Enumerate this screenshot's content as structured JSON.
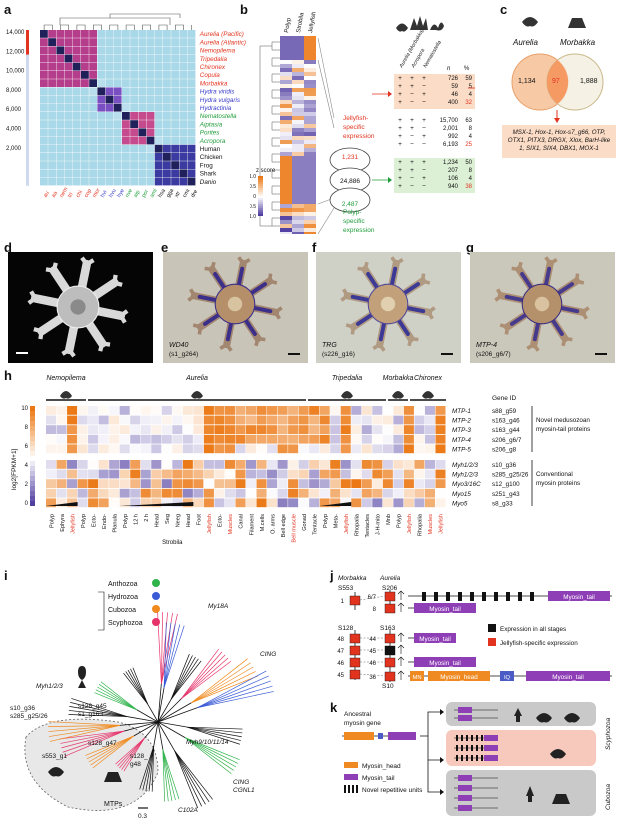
{
  "panels": {
    "a": "a",
    "b": "b",
    "c": "c",
    "d": "d",
    "e": "e",
    "f": "f",
    "g": "g",
    "h": "h",
    "i": "i",
    "j": "j",
    "k": "k"
  },
  "panel_a": {
    "y_ticks": [
      "14,000",
      "12,000",
      "10,000",
      "8,000",
      "6,000",
      "4,000",
      "2,000"
    ],
    "species": [
      {
        "name": "Aurelia (Pacific)",
        "color": "red"
      },
      {
        "name": "Aurelia (Atlantic)",
        "color": "red"
      },
      {
        "name": "Nemopilema",
        "color": "red"
      },
      {
        "name": "Tripedalia",
        "color": "red"
      },
      {
        "name": "Chironex",
        "color": "red"
      },
      {
        "name": "Copula",
        "color": "red"
      },
      {
        "name": "Morbakka",
        "color": "red"
      },
      {
        "name": "Hydra viridis",
        "color": "blue"
      },
      {
        "name": "Hydra vulgaris",
        "color": "blue"
      },
      {
        "name": "Hydractinia",
        "color": "blue"
      },
      {
        "name": "Nematostella",
        "color": "green"
      },
      {
        "name": "Aiptasia",
        "color": "green"
      },
      {
        "name": "Porites",
        "color": "green"
      },
      {
        "name": "Acropora",
        "color": "green"
      },
      {
        "name": "Human",
        "color": "black"
      },
      {
        "name": "Chicken",
        "color": "black"
      },
      {
        "name": "Frog",
        "color": "black"
      },
      {
        "name": "Shark",
        "color": "black"
      },
      {
        "name": "Danio",
        "color": "black"
      }
    ],
    "x_labels": [
      "au",
      "aa",
      "nem",
      "tri",
      "chi",
      "cop",
      "mor",
      "hvi",
      "hvu",
      "hye",
      "nve",
      "aip",
      "por",
      "ami",
      "hsa",
      "gga",
      "xtr",
      "cmi",
      "dre"
    ]
  },
  "panel_b": {
    "columns": [
      "Polyp",
      "Strobila",
      "Jellyfish"
    ],
    "scale_title": "z score",
    "scale_ticks": [
      "1.0",
      "0.5",
      "0",
      "−0.5",
      "−1.0"
    ],
    "header_species": [
      "Aurelia (Morbakka)",
      "Acropora",
      "Nematostella"
    ],
    "header_n": "n",
    "header_pct": "%",
    "label_jelly": "Jellyfish-specific expression",
    "label_polyp": "Polyp-specific expression",
    "circle_top": "1,231",
    "circle_mid": "24,886",
    "circle_bot": "2,487",
    "rows_jelly": [
      {
        "s": [
          "+",
          "+",
          "+"
        ],
        "n": "726",
        "p": "59"
      },
      {
        "s": [
          "+",
          "+",
          "−"
        ],
        "n": "59",
        "p": "5"
      },
      {
        "s": [
          "+",
          "−",
          "+"
        ],
        "n": "46",
        "p": "4"
      },
      {
        "s": [
          "+",
          "−",
          "−"
        ],
        "n": "400",
        "p": "32"
      }
    ],
    "rows_all": [
      {
        "s": [
          "+",
          "+",
          "+"
        ],
        "n": "15,700",
        "p": "63"
      },
      {
        "s": [
          "+",
          "+",
          "−"
        ],
        "n": "2,001",
        "p": "8"
      },
      {
        "s": [
          "+",
          "−",
          "+"
        ],
        "n": "992",
        "p": "4"
      },
      {
        "s": [
          "+",
          "−",
          "−"
        ],
        "n": "6,193",
        "p": "25"
      }
    ],
    "rows_polyp": [
      {
        "s": [
          "+",
          "+",
          "+"
        ],
        "n": "1,234",
        "p": "50"
      },
      {
        "s": [
          "+",
          "+",
          "−"
        ],
        "n": "207",
        "p": "8"
      },
      {
        "s": [
          "+",
          "−",
          "+"
        ],
        "n": "106",
        "p": "4"
      },
      {
        "s": [
          "+",
          "−",
          "−"
        ],
        "n": "940",
        "p": "38"
      }
    ]
  },
  "panel_c": {
    "left_name": "Aurelia",
    "right_name": "Morbakka",
    "left_n": "1,134",
    "overlap_n": "97",
    "right_n": "1,888",
    "genes": "MSX-1, Hox-1, Hox-s7_g66, OTP, OTX1, PITX3, DRGX, Xlox, BarH-like 1, SIX1, SIX4, DBX1, MOX-1"
  },
  "photos": {
    "e_label": "WD40",
    "e_sub": "(s1_g264)",
    "f_label": "TRG",
    "f_sub": "(s226_g16)",
    "g_label": "MTP-4",
    "g_sub": "(s206_g6/7)"
  },
  "panel_h": {
    "ylabel": "log2[FPKM+1]",
    "y_ticks": [
      "10",
      "8",
      "6",
      "4",
      "2",
      "0"
    ],
    "group_names": [
      "Nemopilema",
      "Aurelia",
      "Tripedalia",
      "Morbakka",
      "Chironex"
    ],
    "gene_id_title": "Gene ID",
    "genes": [
      {
        "name": "MTP-1",
        "id": "s88_g59"
      },
      {
        "name": "MTP-2",
        "id": "s163_g46"
      },
      {
        "name": "MTP-3",
        "id": "s163_g44"
      },
      {
        "name": "MTP-4",
        "id": "s206_g6/7"
      },
      {
        "name": "MTP-5",
        "id": "s206_g8"
      },
      {
        "name": "Myh1/2/3",
        "id": "s10_g36"
      },
      {
        "name": "Myh1/2/3",
        "id": "s285_g25/26"
      },
      {
        "name": "Myo3/16C",
        "id": "s12_g100"
      },
      {
        "name": "Myo15",
        "id": "s251_g43"
      },
      {
        "name": "Myo5",
        "id": "s8_g33"
      }
    ],
    "group_note_top": "Novel medusozoan myosin-tail proteins",
    "group_note_bot": "Conventional myosin proteins",
    "xlabels": [
      "Polyp",
      "Ephyra",
      "Jellyfish",
      "Polyp",
      "Ecto-",
      "Endo-",
      "Planula",
      "Polyp",
      "12 h",
      "2 h",
      "Head",
      "Seg",
      "Neeg",
      "Head",
      "Foot",
      "Jellyfish",
      "Ecto-",
      "Muscles",
      "Canal",
      "Filament",
      "M.cells",
      "O. arms",
      "Bell edge",
      "Bell muscle",
      "Gonad",
      "Tentacle",
      "Polyp",
      "Meta-",
      "Jellyfish",
      "Rhopalia",
      "Tentacles",
      "J-H-mito",
      "Mnb",
      "Polyp",
      "Jellyfish",
      "Rhopalia",
      "Muscles",
      "Jellyfish"
    ],
    "strobila_label": "Strobila"
  },
  "panel_i": {
    "legend": [
      {
        "name": "Anthozoa",
        "color": "#2fb34a"
      },
      {
        "name": "Hydrozoa",
        "color": "#3a5bd6"
      },
      {
        "name": "Cubozoa",
        "color": "#f08a1c"
      },
      {
        "name": "Scyphozoa",
        "color": "#e6336a"
      }
    ],
    "labels": {
      "myo18a": "My18A",
      "cing1": "CING",
      "myh123": "Myh1/2/3",
      "s10": "s10_g36",
      "s285": "s285_g25/26",
      "s128a": "s128_g45",
      "s1": "s1_g163",
      "s128b": "s128_g47",
      "s553": "s553_g1",
      "s128c": "s128_",
      "g48": "g48",
      "myh9": "Myh9/10/11/14",
      "cing2": "CING",
      "cgnl1": "CGNL1",
      "c102a": "C102A",
      "mtps": "MTPs",
      "scale": "0.3"
    }
  },
  "panel_j": {
    "morbakka": "Morbakka",
    "aurelia": "Aurelia",
    "s553": "S553",
    "s206": "S206",
    "s128": "S128",
    "s163": "S163",
    "s10": "S10",
    "nums_m": [
      "1",
      "48",
      "47",
      "46",
      "45"
    ],
    "nums_a": [
      "6/7",
      "8",
      "44",
      "45",
      "46",
      "36"
    ],
    "tail": "Myosin_tail",
    "head": "Myosin_head",
    "mn": "MN",
    "iq": "IQ",
    "legend_black": "Expression in all stages",
    "legend_red": "Jellyfish-specific expression"
  },
  "panel_k": {
    "ancestral": "Ancestral myosin gene",
    "leg_head": "Myosin_head",
    "leg_tail": "Myosin_tail",
    "leg_units": "Novel repetitive units",
    "scypho": "Scyphozoa",
    "cubo": "Cubozoa"
  }
}
